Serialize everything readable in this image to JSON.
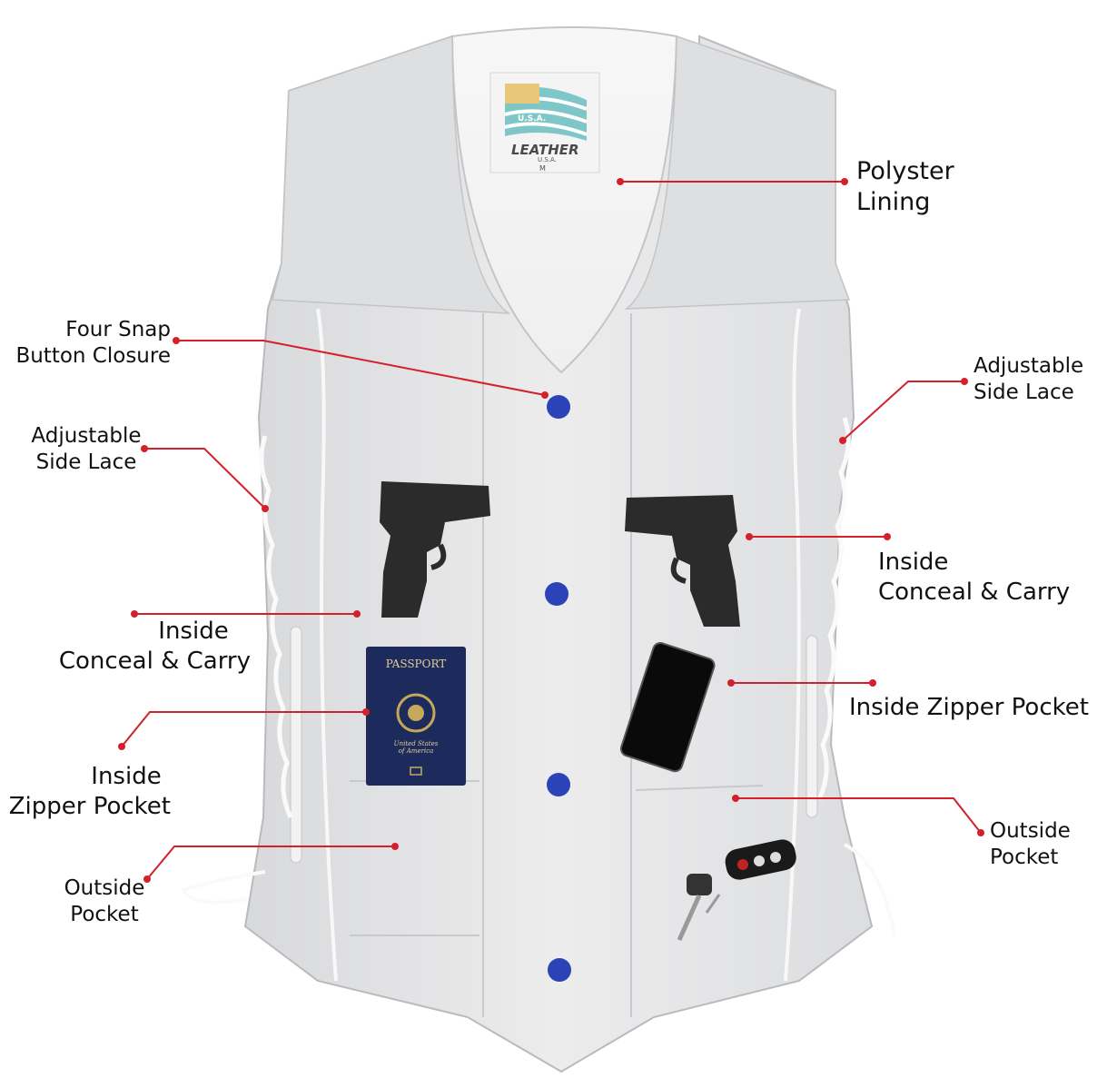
{
  "colors": {
    "leader_line": "#d3202a",
    "vest_fill": "#e7e7e8",
    "vest_shade": "#cfd0d2",
    "snap_button": "#2c43b8",
    "passport": "#1c2b5c",
    "background": "#ffffff"
  },
  "labels": {
    "polyester_lining": {
      "line1": "Polyster",
      "line2": "Lining"
    },
    "snap_closure": {
      "line1": "Four Snap",
      "line2": "Button Closure"
    },
    "side_lace_left": {
      "line1": "Adjustable",
      "line2": "Side Lace"
    },
    "side_lace_right": {
      "line1": "Adjustable",
      "line2": "Side Lace"
    },
    "conceal_left": {
      "line1": "Inside",
      "line2": "Conceal & Carry"
    },
    "conceal_right": {
      "line1": "Inside",
      "line2": "Conceal & Carry"
    },
    "zipper_left": {
      "line1": "Inside",
      "line2": "Zipper Pocket"
    },
    "zipper_right": {
      "line1": "Inside Zipper Pocket"
    },
    "outside_left": {
      "line1": "Outside",
      "line2": "Pocket"
    },
    "outside_right": {
      "line1": "Outside",
      "line2": "Pocket"
    }
  },
  "brand_tag": {
    "brand": "LEATHER",
    "country": "U.S.A.",
    "flag_text": "U.S.A.",
    "size": "M"
  },
  "passport": {
    "title": "PASSPORT",
    "country_line1": "United States",
    "country_line2": "of America"
  },
  "icons": {
    "left_item": "pistol-icon",
    "right_item": "pistol-icon",
    "phone": "smartphone-icon",
    "keys": "car-key-fob-icon",
    "flag": "american-flag-icon"
  }
}
